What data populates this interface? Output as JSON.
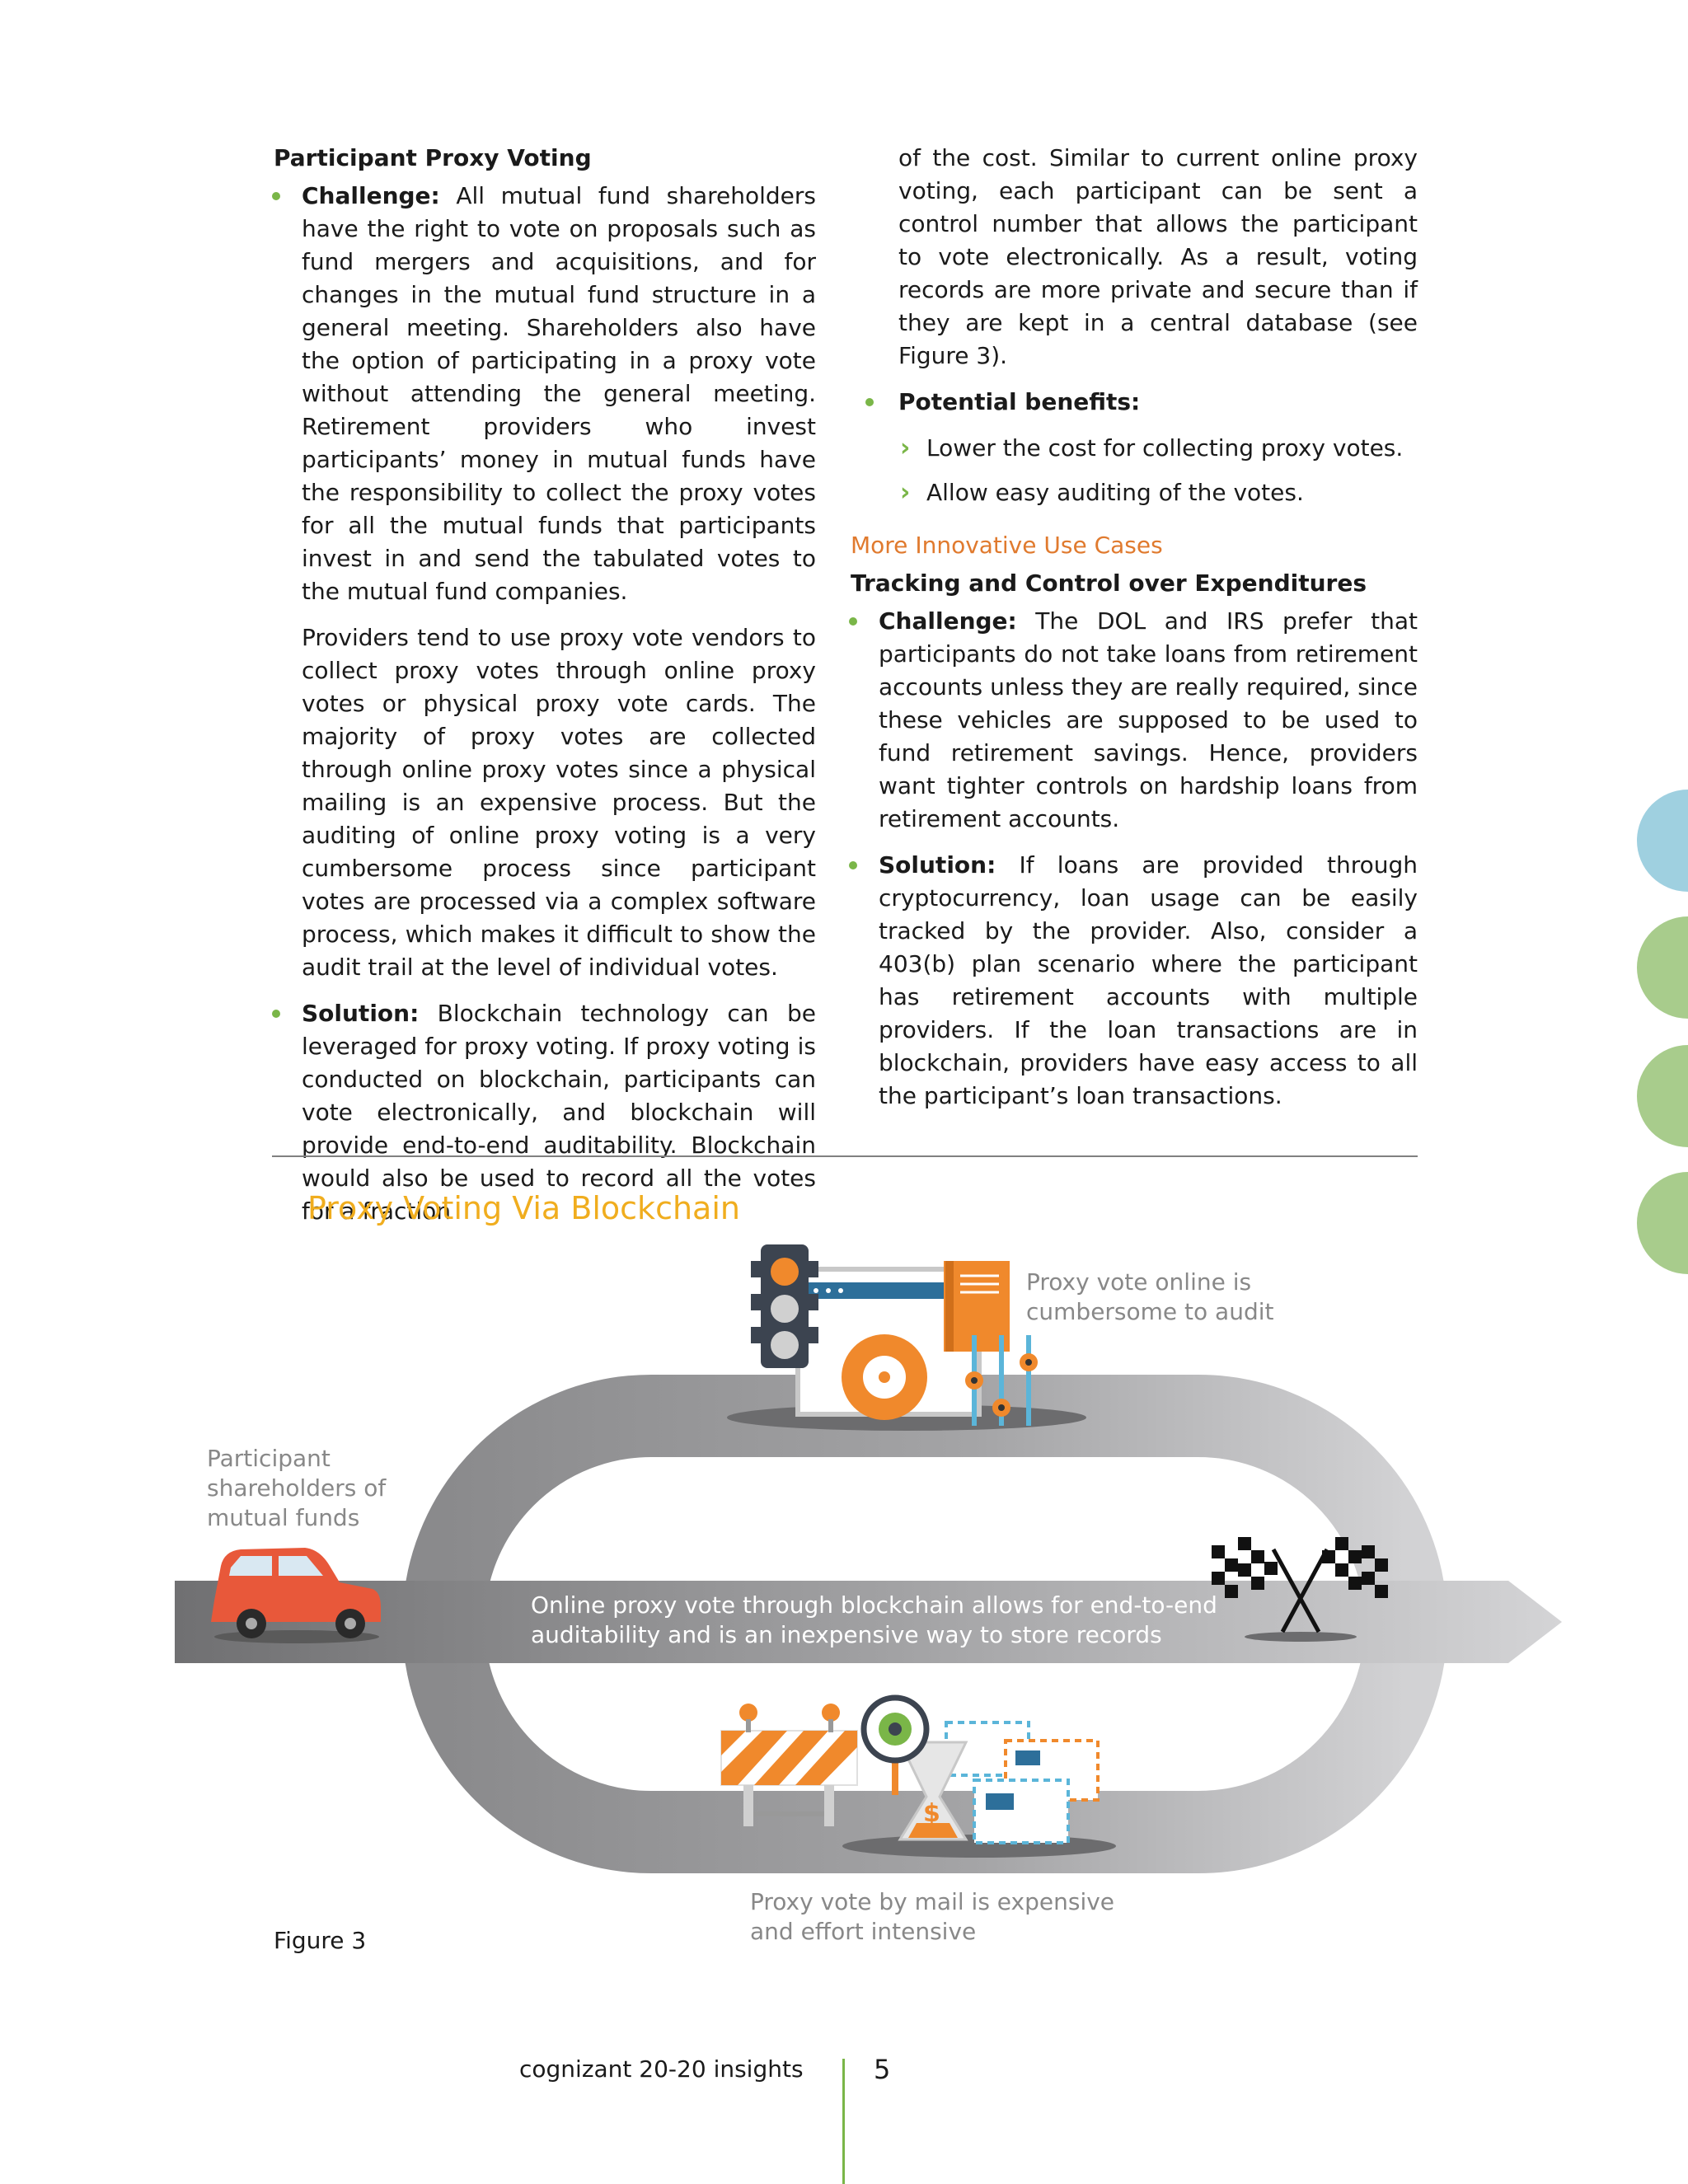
{
  "left_column": {
    "heading": "Participant Proxy Voting",
    "challenge_lead": "Challenge:",
    "challenge_text": " All mutual fund shareholders have the right to vote on proposals such as fund mergers and acquisitions, and for changes in the mutual fund structure in a general meeting. Shareholders also have the option of participating in a proxy vote without attending the general meeting. Retirement providers who invest participants’ money in mutual funds have the responsibility to collect the proxy votes for all the mutual funds that participants invest in and send the tabulated votes to the mutual fund companies.",
    "providers_para": "Providers tend to use proxy vote vendors to collect proxy votes through online proxy votes or physical proxy vote cards. The majority of proxy votes are collected through online proxy votes since a physical mailing is an expensive process. But the auditing of online proxy voting is a very cumbersome process since participant votes are processed via a complex software process, which makes it difficult to show the audit trail at the level of individual votes.",
    "solution_lead": "Solution:",
    "solution_text": " Blockchain technology can be leveraged for proxy voting. If proxy voting is conducted on blockchain, participants can vote electronically, and blockchain will provide end-to-end auditability. Blockchain would also be used to record all the votes for a fraction"
  },
  "right_column": {
    "continuation": "of the cost. Similar to current online proxy voting, each participant can be sent a control number that allows the participant to vote electronically. As a result, voting records are more private and secure than if they are kept in a central database (see Figure 3).",
    "benefits_lead": "Potential benefits:",
    "benefits": [
      "Lower the cost for collecting proxy votes.",
      "Allow easy auditing of the votes."
    ],
    "section_heading": "More Innovative Use Cases",
    "sub_heading": "Tracking and Control over Expenditures",
    "challenge_lead": "Challenge:",
    "challenge_text": " The DOL and IRS prefer that participants do not take loans from retirement accounts unless they are really required, since these vehicles are supposed to be used to fund retirement savings. Hence, providers want tighter controls on hardship loans from retirement accounts.",
    "solution_lead": "Solution:",
    "solution_text": " If loans are provided through cryptocurrency, loan usage can be easily tracked by the provider. Also, consider a 403(b) plan scenario where the participant has retirement accounts with multiple providers. If the loan transactions are in blockchain, providers have easy access to all the participant’s loan transactions."
  },
  "figure": {
    "title": "Proxy Voting Via Blockchain",
    "top_label": [
      "Proxy vote online is",
      "cumbersome to audit"
    ],
    "left_label": [
      "Participant",
      "shareholders of",
      "mutual funds"
    ],
    "middle_label": [
      "Online proxy vote through blockchain allows for end-to-end",
      "auditability and is an inexpensive way to store records"
    ],
    "bottom_label": [
      "Proxy vote by mail is expensive",
      "and effort intensive"
    ],
    "caption": "Figure 3"
  },
  "footer": {
    "brand": "cognizant 20-20 insights",
    "page_number": "5"
  },
  "colors": {
    "accent_green": "#7ab648",
    "heading_orange": "#e07a2e",
    "title_yellow": "#f0ad1e",
    "tab_blue": "#9fd0e0",
    "tab_green": "#a8cc8c"
  }
}
